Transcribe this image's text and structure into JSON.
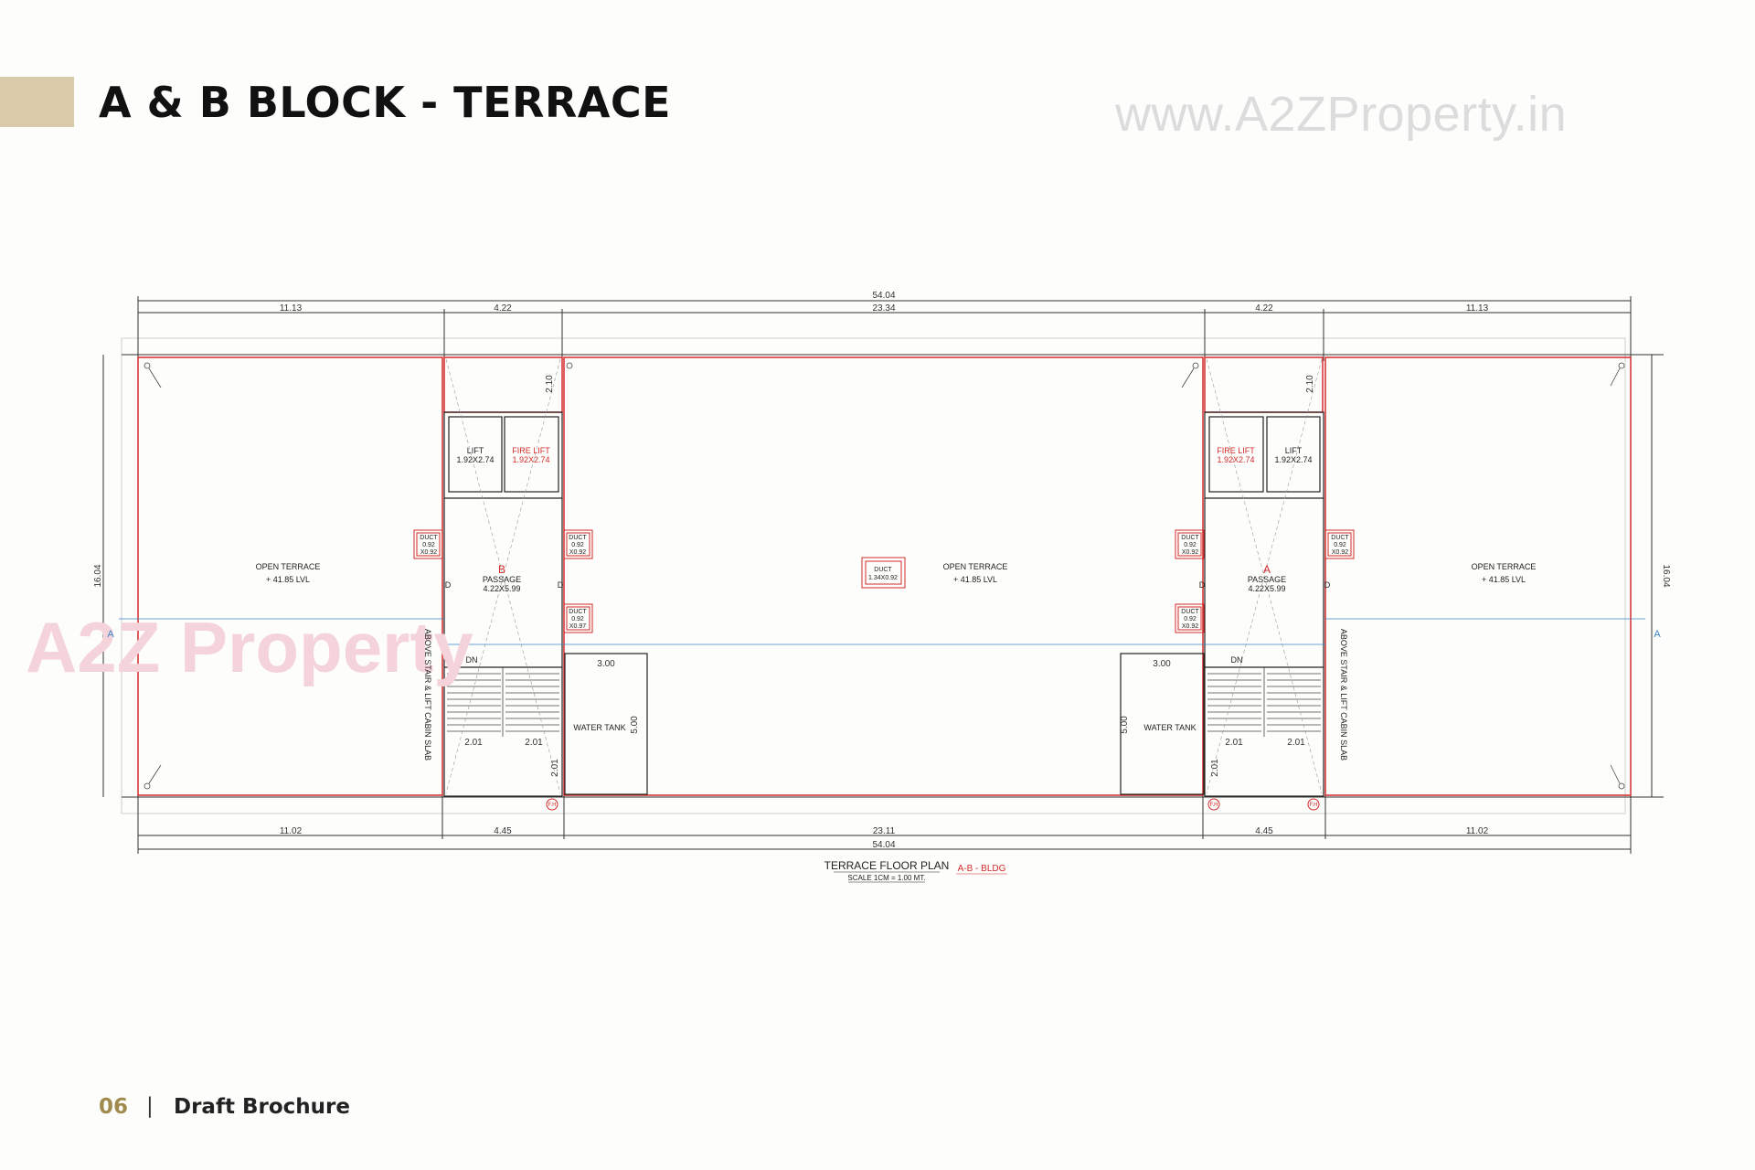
{
  "header": {
    "title": "A & B BLOCK - TERRACE",
    "watermark_url": "www.A2ZProperty.in"
  },
  "logo_watermark": {
    "text": "A2Z Property"
  },
  "plan": {
    "caption": "TERRACE FLOOR PLAN",
    "scale": "SCALE 1CM = 1.00 MT.",
    "building_ref": "A-B - BLDG",
    "dimensions": {
      "total": "54.04",
      "top": [
        "11.13",
        "4.22",
        "23.34",
        "4.22",
        "11.13"
      ],
      "bottom": [
        "11.02",
        "4.45",
        "23.11",
        "4.45",
        "11.02"
      ],
      "height": "16.04",
      "core_height": "2.10",
      "tank_width": "3.00",
      "tank_height": "5.00",
      "stair": "2.01"
    },
    "rooms": {
      "open_terrace": "OPEN TERRACE",
      "level": "+ 41.85 LVL",
      "lift": "LIFT",
      "fire_lift": "FIRE LIFT",
      "lift_size": "1.92X2.74",
      "passage": "PASSAGE",
      "passage_size": "4.22X5.99",
      "duct": "DUCT",
      "duct_a": "0.92",
      "duct_b": "X0.92",
      "duct_c": "X0.97",
      "duct_center": "1.34X0.92",
      "water_tank": "WATER TANK",
      "dn": "DN",
      "block_a": "A",
      "block_b": "B",
      "door": "D",
      "slab_note": "ABOVE STAIR & LIFT CABIN SLAB",
      "section": "A",
      "fh": "F.H"
    }
  },
  "footer": {
    "page": "06",
    "separator": "|",
    "label": "Draft Brochure"
  },
  "colors": {
    "accent": "#d9caa9",
    "page_number": "#a08a4e",
    "red_line": "#d42b2b",
    "section_line": "#3a86c8"
  }
}
